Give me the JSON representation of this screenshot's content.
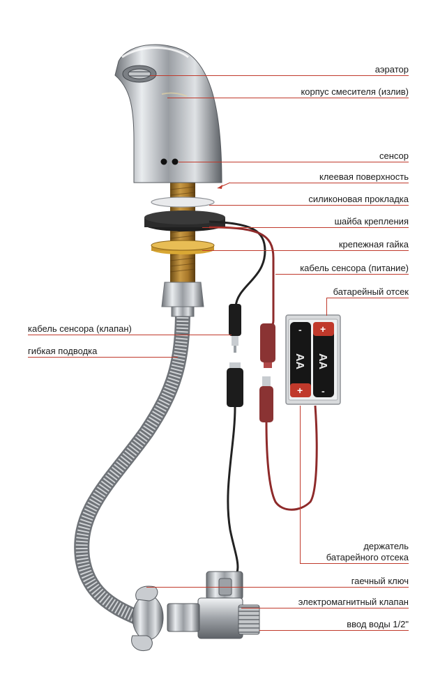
{
  "labels": {
    "aerator": "аэратор",
    "spout": "корпус смесителя (излив)",
    "sensor": "сенсор",
    "glue_surface": "клеевая поверхность",
    "silicone_gasket": "силиконовая прокладка",
    "mount_washer": "шайба крепления",
    "mount_nut": "крепежная гайка",
    "sensor_cable_power": "кабель сенсора (питание)",
    "battery_box": "батарейный отсек",
    "sensor_cable_valve": "кабель сенсора (клапан)",
    "flex_hose": "гибкая подводка",
    "battery_holder_line1": "держатель",
    "battery_holder_line2": "батарейного отсека",
    "wrench": "гаечный ключ",
    "solenoid_valve": "электромагнитный клапан",
    "water_inlet": "ввод воды 1/2\""
  },
  "battery": {
    "cell_label": "AA",
    "plus": "+",
    "minus": "-"
  },
  "colors": {
    "leader_line": "#c0392b",
    "chrome": "#b9bcc0",
    "brass": "#b8862d",
    "cable_black": "#222222",
    "cable_red": "#8e2a2a"
  }
}
